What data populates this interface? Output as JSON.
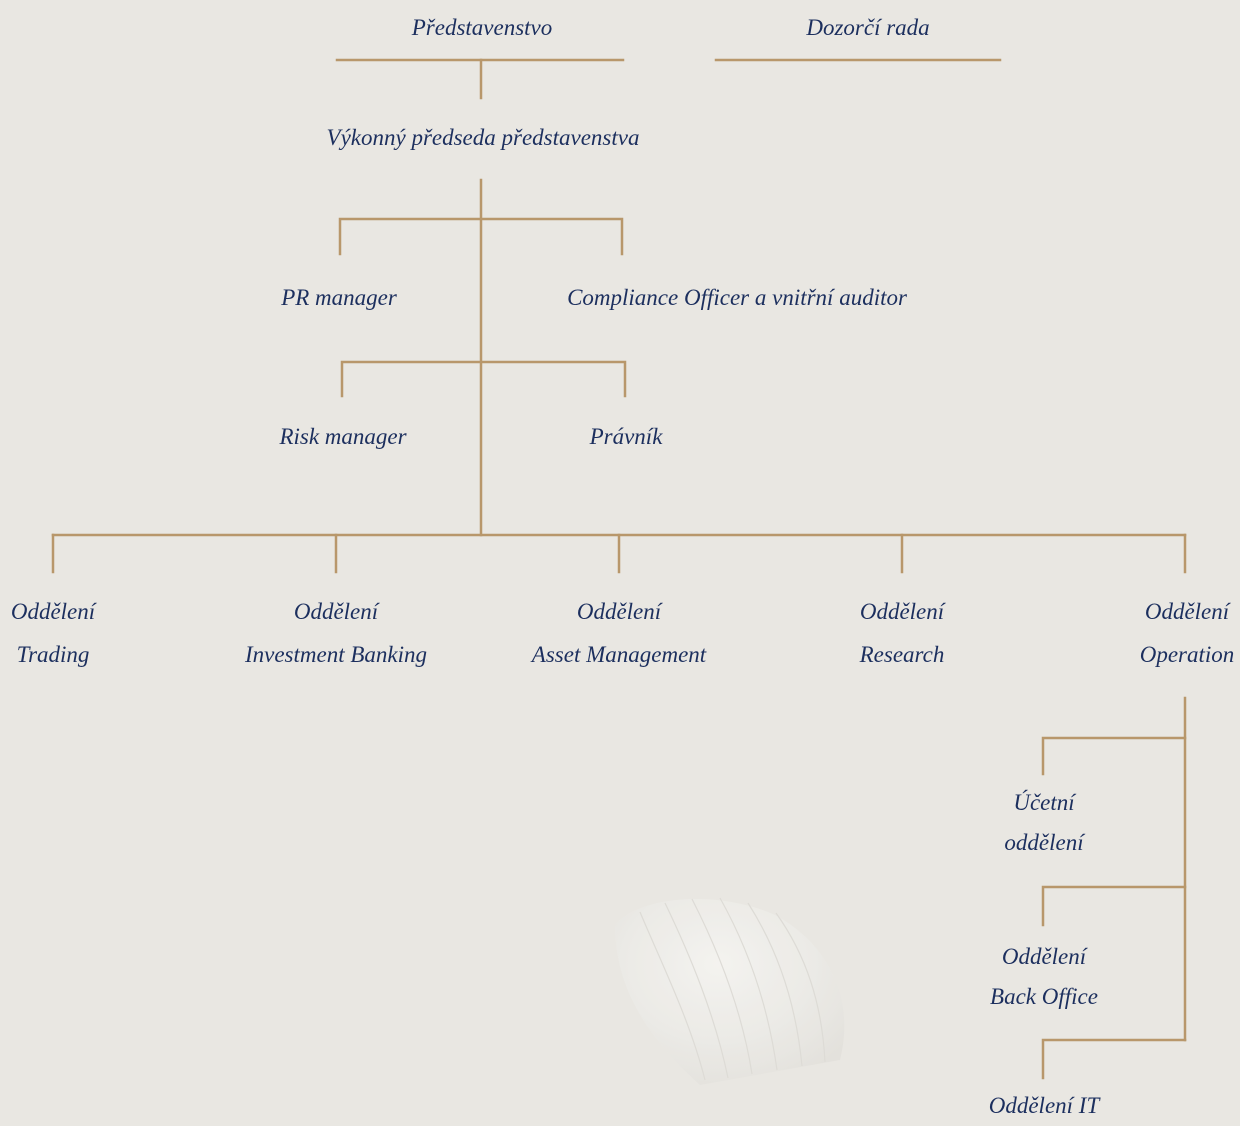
{
  "colors": {
    "background": "#e9e7e2",
    "connector": "#b8976b",
    "text": "#1c2f5e"
  },
  "top": {
    "board": "Představenstvo",
    "supervisory_board": "Dozorčí rada",
    "executive_chairman": "Výkonný předseda představenstva"
  },
  "staff": {
    "pr_manager": "PR manager",
    "compliance": "Compliance Officer a vnitřní auditor",
    "risk_manager": "Risk manager",
    "lawyer": "Právník"
  },
  "departments": [
    {
      "line1": "Oddělení",
      "line2": "Trading"
    },
    {
      "line1": "Oddělení",
      "line2": "Investment Banking"
    },
    {
      "line1": "Oddělení",
      "line2": "Asset Management"
    },
    {
      "line1": "Oddělení",
      "line2": "Research"
    },
    {
      "line1": "Oddělení",
      "line2": "Operation"
    }
  ],
  "operation_units": [
    {
      "line1": "Účetní",
      "line2": "oddělení"
    },
    {
      "line1": "Oddělení",
      "line2": "Back Office"
    },
    {
      "line1": "Oddělení IT",
      "line2": ""
    }
  ]
}
